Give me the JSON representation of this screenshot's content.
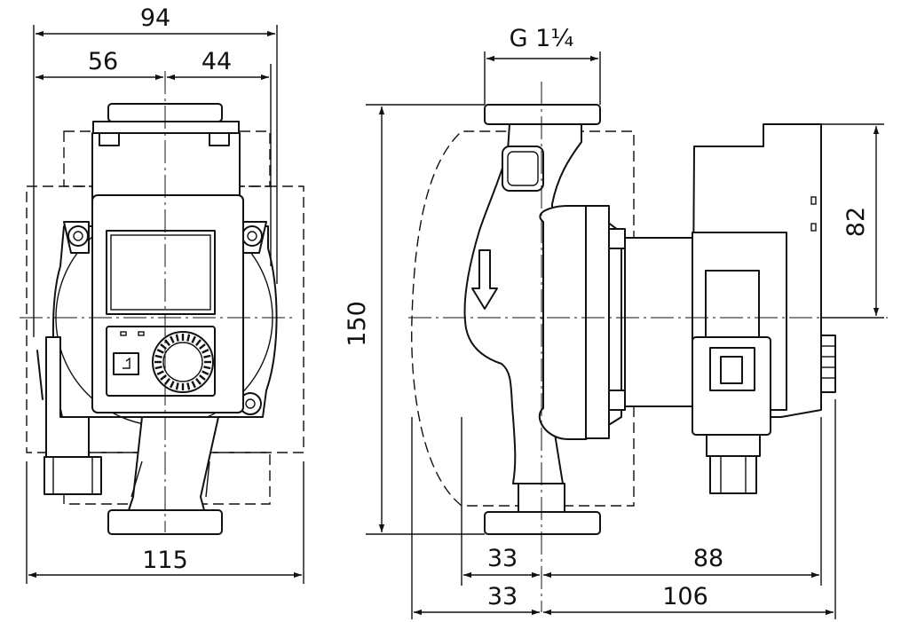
{
  "front_view": {
    "dim_total_width": "94",
    "dim_left_part": "56",
    "dim_right_part": "44",
    "dim_flange_width": "115"
  },
  "side_view": {
    "dim_thread": "G 1¼",
    "dim_height": "150",
    "dim_motor_height": "82",
    "dim_pipe_offset_upper": "33",
    "dim_motor_length": "88",
    "dim_pipe_offset_lower": "33",
    "dim_total_length": "106"
  },
  "colors": {
    "line": "#111111",
    "background": "#ffffff"
  }
}
